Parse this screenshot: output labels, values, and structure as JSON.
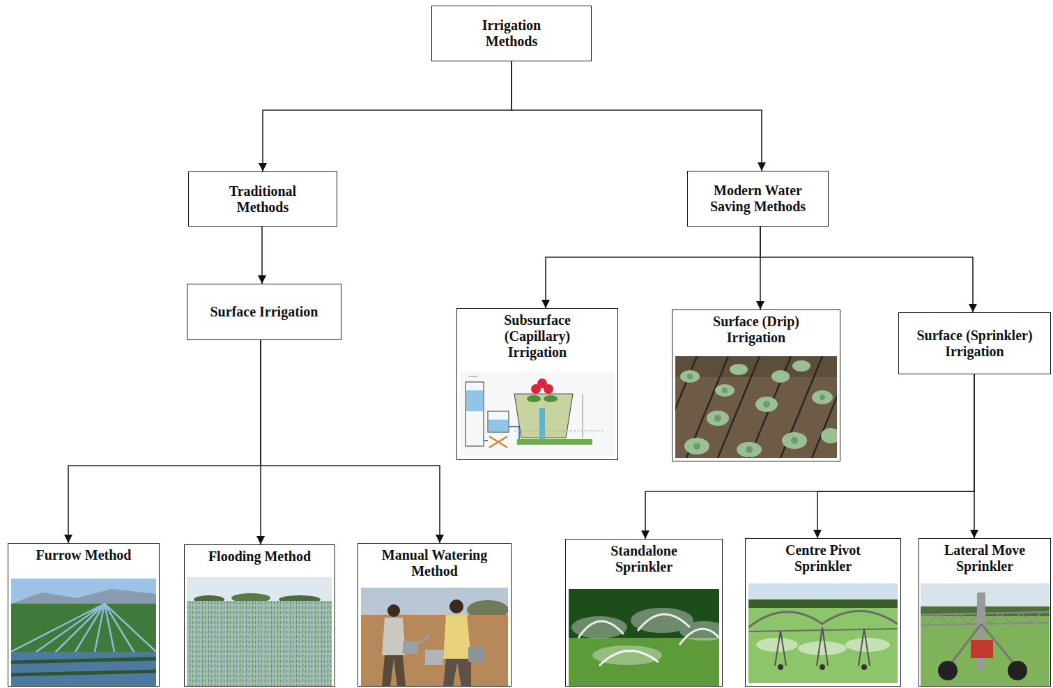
{
  "diagram": {
    "nodes": [
      {
        "text": [
          "Irrigation Methods"
        ]
      },
      {
        "text": [
          "Traditional Methods"
        ]
      },
      {
        "text": [
          "Modern Water Saving Methods"
        ]
      },
      {
        "text": [
          "Surface Irrigation"
        ]
      },
      {
        "text": [
          "Subsurface (Capillary) Irrigation"
        ]
      },
      {
        "text": [
          "Surface (Drip) Irrigation"
        ]
      },
      {
        "text": [
          "Surface (Sprinkler) Irrigation"
        ]
      },
      {
        "text": [
          "Furrow Method"
        ]
      },
      {
        "text": [
          "Flooding Method"
        ]
      },
      {
        "text": [
          "Manual Watering Method"
        ]
      },
      {
        "text": [
          "Standalone Sprinkler"
        ]
      },
      {
        "text": [
          "Centre Pivot Sprinkler"
        ]
      },
      {
        "text": [
          "Lateral Move Sprinkler"
        ]
      }
    ],
    "edges": [
      {
        "from": 0,
        "to": 1,
        "arrow": "to"
      },
      {
        "from": 0,
        "to": 2,
        "arrow": "to"
      },
      {
        "from": 1,
        "to": 3,
        "arrow": "to"
      },
      {
        "from": 2,
        "to": 4,
        "arrow": "to"
      },
      {
        "from": 2,
        "to": 5,
        "arrow": "to"
      },
      {
        "from": 2,
        "to": 6,
        "arrow": "to"
      },
      {
        "from": 3,
        "to": 7,
        "arrow": "to"
      },
      {
        "from": 3,
        "to": 8,
        "arrow": "to"
      },
      {
        "from": 3,
        "to": 9,
        "arrow": "to"
      },
      {
        "from": 6,
        "to": 10,
        "arrow": "to"
      },
      {
        "from": 6,
        "to": 11,
        "arrow": "to"
      },
      {
        "from": 6,
        "to": 12,
        "arrow": "to"
      }
    ]
  }
}
